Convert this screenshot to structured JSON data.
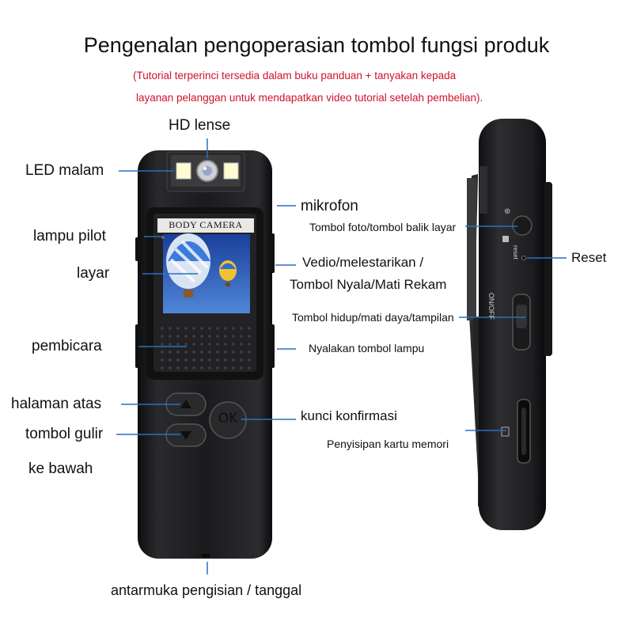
{
  "title": "Pengenalan pengoperasian tombol fungsi produk",
  "note_line1": "(Tutorial terperinci tersedia dalam buku panduan + tanyakan kepada",
  "note_line2": "layanan pelanggan untuk mendapatkan video tutorial setelah pembelian).",
  "device": {
    "screen_label": "BODY CAMERA",
    "ok_label": "OK",
    "side_on_off": "ON/OFF",
    "side_reset": "reset"
  },
  "labels": {
    "hd_lense": "HD lense",
    "led_malam": "LED malam",
    "mikrofon": "mikrofon",
    "lampu_pilot": "lampu pilot",
    "layar": "layar",
    "vedio_1": "Vedio/melestarikan /",
    "vedio_2": "Tombol Nyala/Mati Rekam",
    "pembicara": "pembicara",
    "nyalakan_lampu": "Nyalakan tombol lampu",
    "halaman_atas": "halaman atas",
    "tombol_gulir_1": "tombol gulir",
    "tombol_gulir_2": "ke bawah",
    "kunci_konfirmasi": "kunci konfirmasi",
    "antarmuka": "antarmuka pengisian / tanggal",
    "tombol_foto": "Tombol foto/tombol balik layar",
    "reset": "Reset",
    "tombol_hidup": "Tombol hidup/mati daya/tampilan",
    "kartu_memori": "Penyisipan kartu memori"
  },
  "colors": {
    "leader": "#2b6fbd",
    "note": "#d0112b",
    "device_body": "#1c1c1e"
  }
}
